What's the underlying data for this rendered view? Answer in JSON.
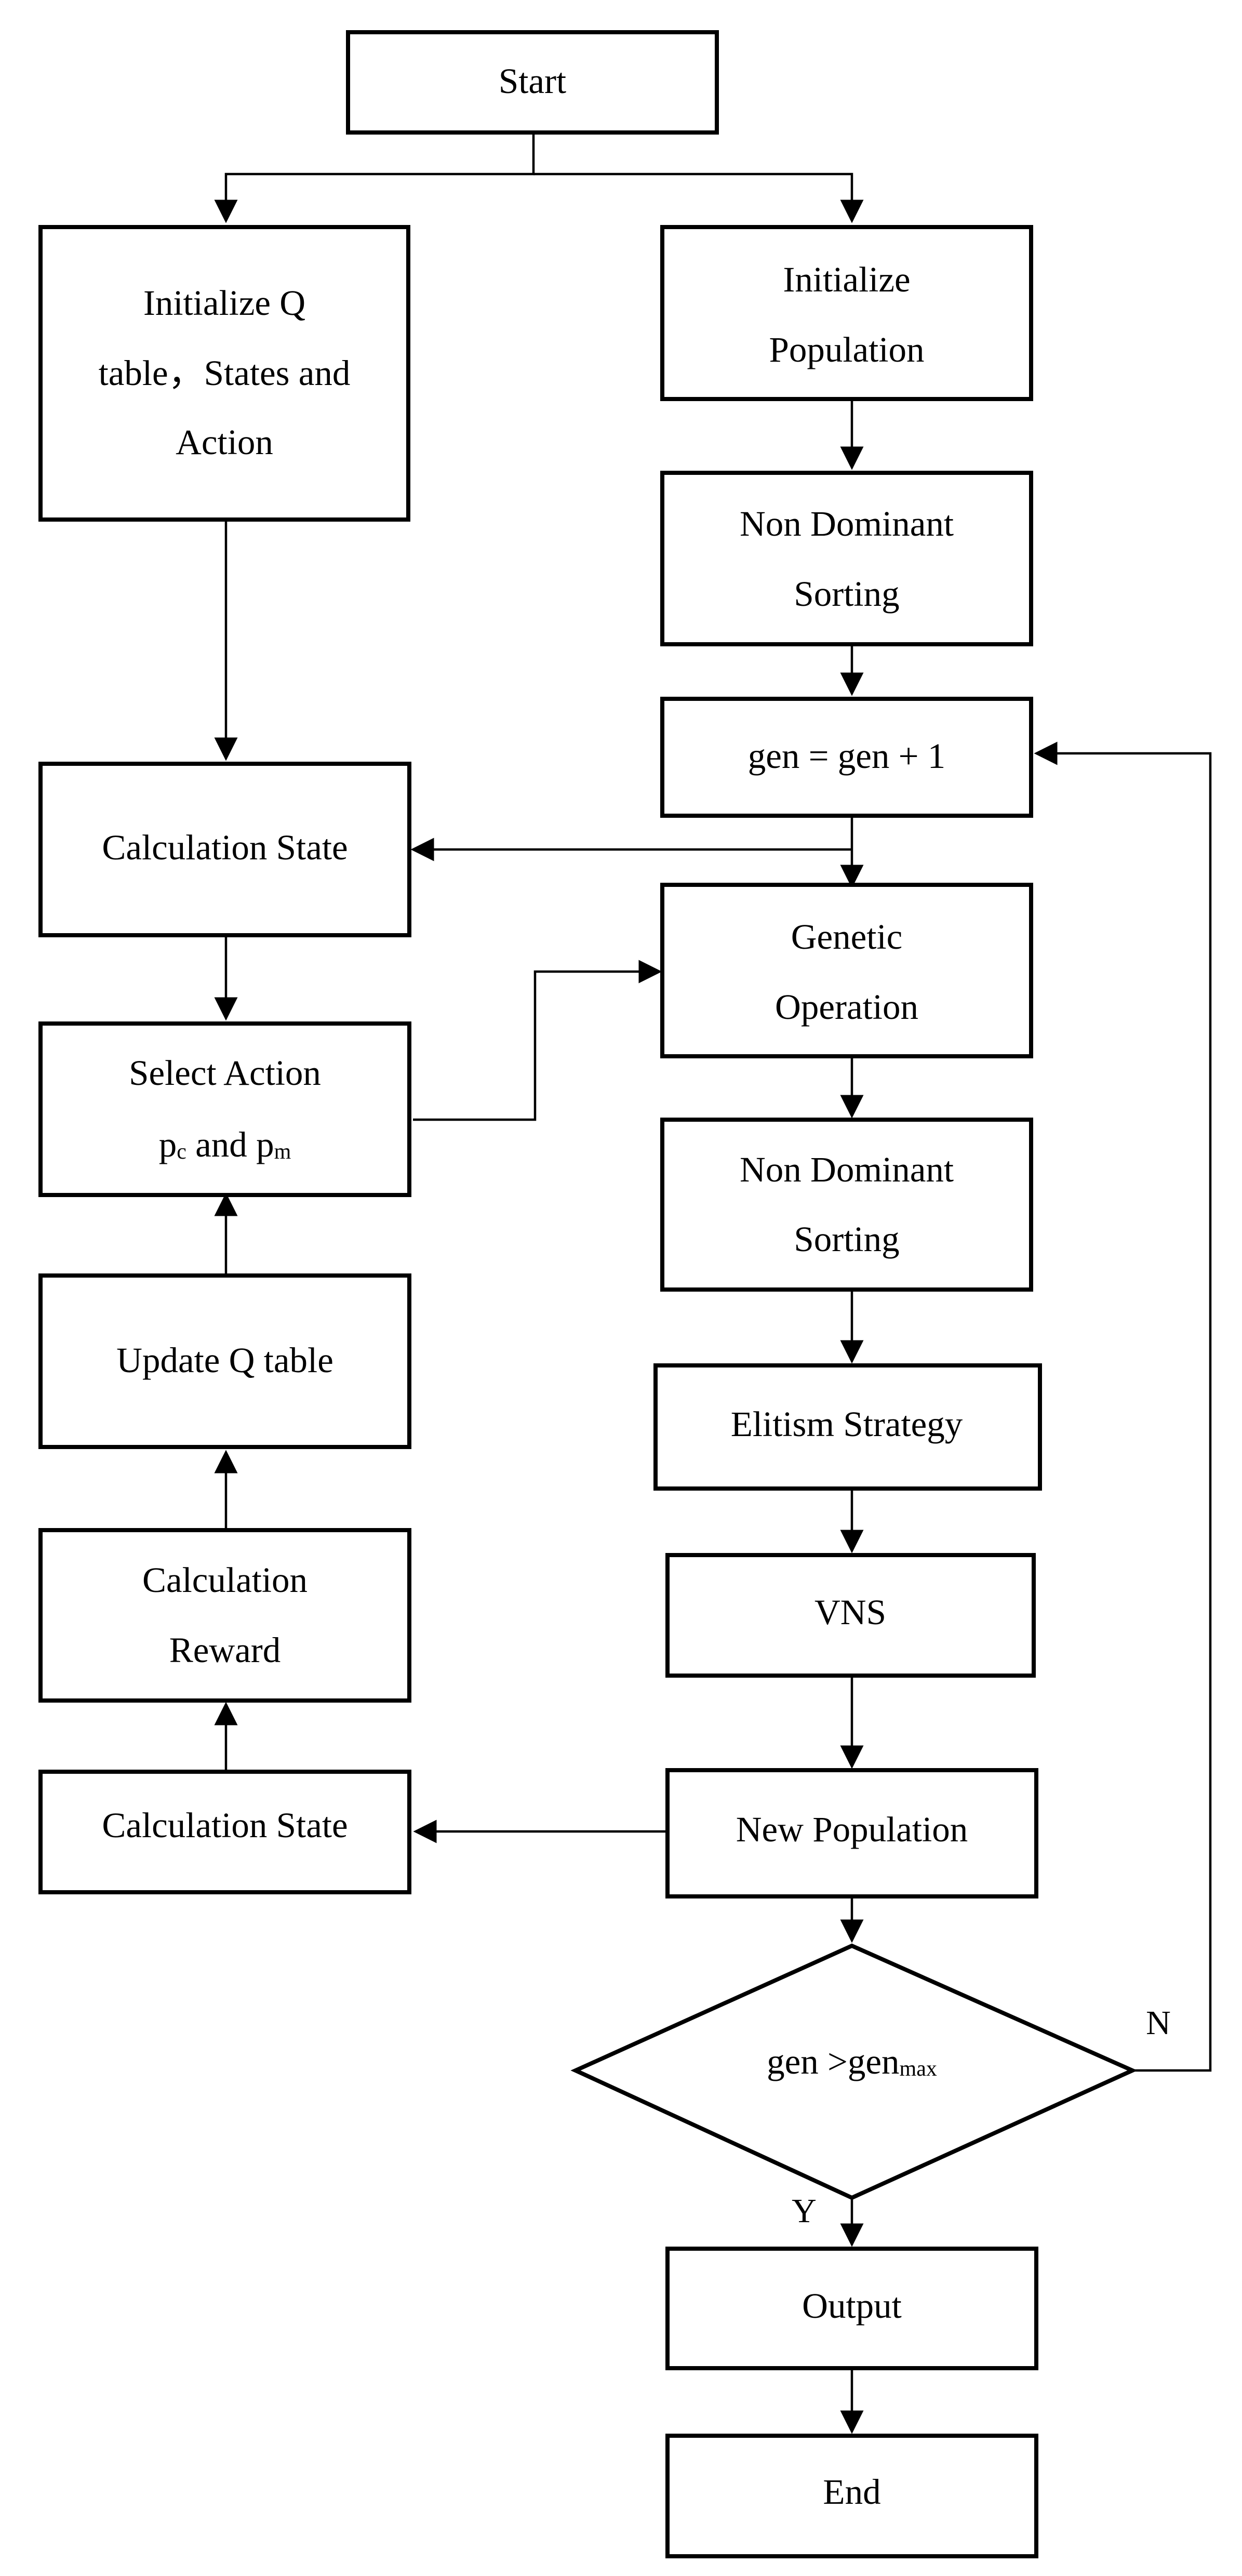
{
  "nodes": {
    "start": "Start",
    "init_q": [
      "Initialize Q",
      "table，States and",
      "Action"
    ],
    "init_pop": [
      "Initialize",
      "Population"
    ],
    "nds1": [
      "Non Dominant",
      "Sorting"
    ],
    "gen_inc": "gen = gen + 1",
    "calc_state_1": "Calculation State",
    "genetic": [
      "Genetic",
      "Operation"
    ],
    "select_action": {
      "line1": "Select Action",
      "p_c_base": "p",
      "p_c_sub": "c",
      "and": " and ",
      "p_m_base": "p",
      "p_m_sub": "m"
    },
    "nds2": [
      "Non Dominant",
      "Sorting"
    ],
    "update_q": "Update Q table",
    "elitism": "Elitism Strategy",
    "calc_reward": [
      "Calculation",
      "Reward"
    ],
    "vns": "VNS",
    "calc_state_2": "Calculation State",
    "new_pop": "New Population",
    "decision": {
      "left": "gen >gen",
      "sub": "max"
    },
    "output": "Output",
    "end": "End"
  },
  "branches": {
    "no": "N",
    "yes": "Y"
  }
}
